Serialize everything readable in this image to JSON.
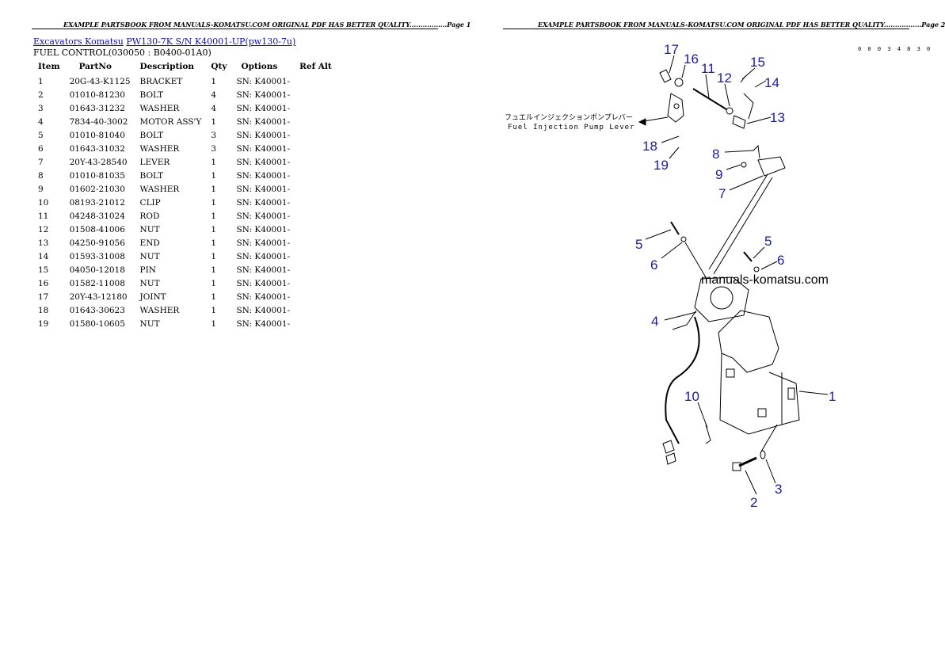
{
  "page1": {
    "header": "EXAMPLE PARTSBOOK FROM MANUALS-KOMATSU.COM ORIGINAL PDF HAS BETTER QUALITY.................Page 1",
    "breadcrumb": [
      {
        "label": "Excavators Komatsu"
      },
      {
        "label": "PW130-7K S/N K40001-UP(pw130-7u)"
      }
    ],
    "section_title": "FUEL CONTROL(030050 : B0400-01A0)",
    "table": {
      "columns": [
        "Item",
        "PartNo",
        "Description",
        "Qty",
        "Options",
        "Ref Alt"
      ],
      "rows": [
        [
          "1",
          "20G-43-K1125",
          "BRACKET",
          "1",
          "SN: K40001-",
          ""
        ],
        [
          "2",
          "01010-81230",
          "BOLT",
          "4",
          "SN: K40001-",
          ""
        ],
        [
          "3",
          "01643-31232",
          "WASHER",
          "4",
          "SN: K40001-",
          ""
        ],
        [
          "4",
          "7834-40-3002",
          "MOTOR ASS'Y",
          "1",
          "SN: K40001-",
          ""
        ],
        [
          "5",
          "01010-81040",
          "BOLT",
          "3",
          "SN: K40001-",
          ""
        ],
        [
          "6",
          "01643-31032",
          "WASHER",
          "3",
          "SN: K40001-",
          ""
        ],
        [
          "7",
          "20Y-43-28540",
          "LEVER",
          "1",
          "SN: K40001-",
          ""
        ],
        [
          "8",
          "01010-81035",
          "BOLT",
          "1",
          "SN: K40001-",
          ""
        ],
        [
          "9",
          "01602-21030",
          "WASHER",
          "1",
          "SN: K40001-",
          ""
        ],
        [
          "10",
          "08193-21012",
          "CLIP",
          "1",
          "SN: K40001-",
          ""
        ],
        [
          "11",
          "04248-31024",
          "ROD",
          "1",
          "SN: K40001-",
          ""
        ],
        [
          "12",
          "01508-41006",
          "NUT",
          "1",
          "SN: K40001-",
          ""
        ],
        [
          "13",
          "04250-91056",
          "END",
          "1",
          "SN: K40001-",
          ""
        ],
        [
          "14",
          "01593-31008",
          "NUT",
          "1",
          "SN: K40001-",
          ""
        ],
        [
          "15",
          "04050-12018",
          "PIN",
          "1",
          "SN: K40001-",
          ""
        ],
        [
          "16",
          "01582-11008",
          "NUT",
          "1",
          "SN: K40001-",
          ""
        ],
        [
          "17",
          "20Y-43-12180",
          "JOINT",
          "1",
          "SN: K40001-",
          ""
        ],
        [
          "18",
          "01643-30623",
          "WASHER",
          "1",
          "SN: K40001-",
          ""
        ],
        [
          "19",
          "01580-10605",
          "NUT",
          "1",
          "SN: K40001-",
          ""
        ]
      ]
    }
  },
  "page2": {
    "header": "EXAMPLE PARTSBOOK FROM MANUALS-KOMATSU.COM ORIGINAL PDF HAS BETTER QUALITY.................Page 2",
    "drawing_code": "0 0 0 3 4 8 3 0",
    "diagram": {
      "label_jp": "フュエルインジェクションポンプレバー",
      "label_en": "Fuel Injection Pump Lever",
      "watermark": "manuals-komatsu.com",
      "callouts": [
        "17",
        "16",
        "11",
        "12",
        "15",
        "14",
        "13",
        "18",
        "19",
        "8",
        "9",
        "7",
        "5",
        "6",
        "5",
        "6",
        "4",
        "10",
        "1",
        "2",
        "3"
      ]
    }
  }
}
